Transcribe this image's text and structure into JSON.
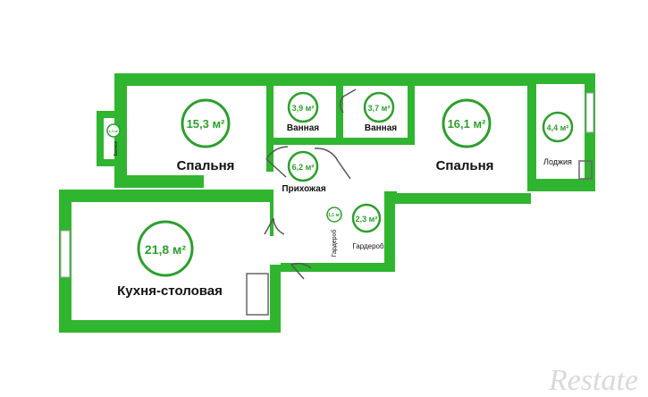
{
  "colors": {
    "wall": "#2fb52f",
    "wall_dark": "#1f8f1f",
    "circle": "#2e9e2e",
    "floor": "#ffffff"
  },
  "rooms": {
    "bedroom_left": {
      "area": "15,3 м²",
      "label": "Спальня"
    },
    "bath_1": {
      "area": "3,9 м²",
      "label": "Ванная"
    },
    "bath_2": {
      "area": "3,7 м²",
      "label": "Ванная"
    },
    "bedroom_right": {
      "area": "16,1 м²",
      "label": "Спальня"
    },
    "loggia": {
      "area": "4,4 м²",
      "label": "Лоджия"
    },
    "balcony": {
      "area": "1,1 м²",
      "label": "Балкон"
    },
    "hallway": {
      "area": "6,2 м²",
      "label": "Прихожая"
    },
    "closet_small": {
      "area": "1,1 м²",
      "label": "Гардероб"
    },
    "closet": {
      "area": "2,3 м²",
      "label": "Гардероб"
    },
    "kitchen": {
      "area": "21,8 м²",
      "label": "Кухня-столовая"
    }
  },
  "watermark": "Restate"
}
